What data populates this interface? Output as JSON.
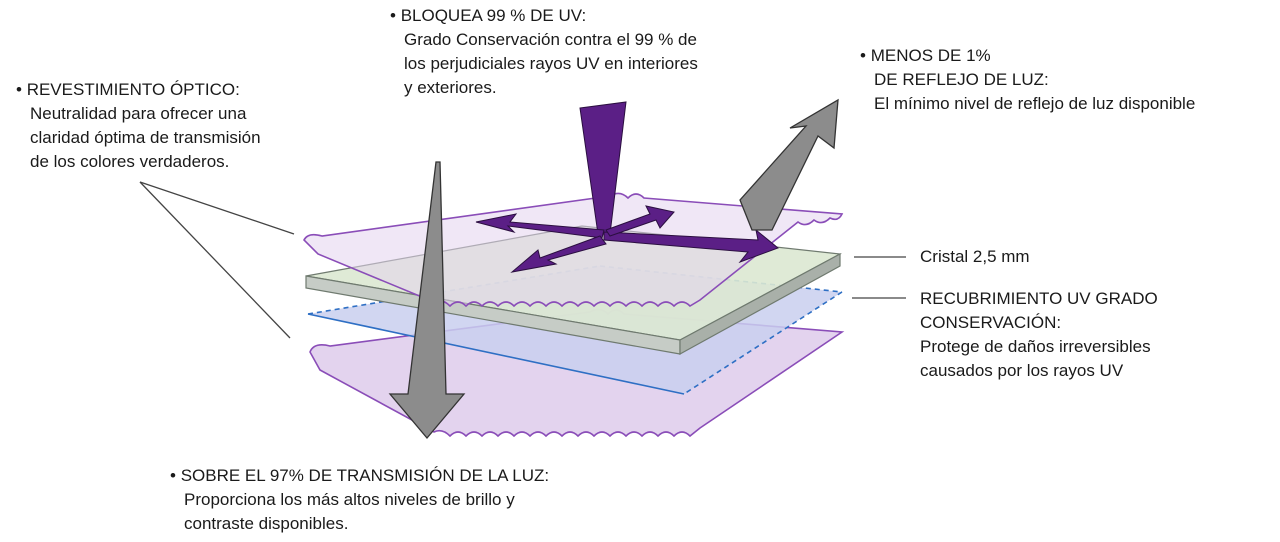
{
  "colors": {
    "purple_sheet_fill": "#e3d3ee",
    "purple_sheet_edge": "#8a4db8",
    "glass_top": "#dbe8d2",
    "glass_edge": "#9aa59a",
    "uv_layer_fill": "#c9cfee",
    "uv_layer_edge": "#2e6fc4",
    "uv_arrow": "#5b1f86",
    "light_arrow": "#8c8c8c",
    "leader_line": "#444444"
  },
  "labels": {
    "bloquea": {
      "head": "BLOQUEA 99 % DE UV:",
      "lines": [
        "Grado Conservación contra el 99 % de",
        "los  perjudiciales  rayos UV en interiores",
        "y exteriores."
      ]
    },
    "menos": {
      "head": "MENOS DE 1%",
      "lines": [
        "DE REFLEJO DE LUZ:",
        "El mínimo nivel de reflejo de luz disponible"
      ]
    },
    "revestimiento": {
      "head": "REVESTIMIENTO ÓPTICO:",
      "lines": [
        "Neutralidad para ofrecer una",
        "claridad óptima de transmisión",
        "de los colores verdaderos."
      ]
    },
    "cristal": "Cristal 2,5 mm",
    "recubrimiento": {
      "lines": [
        "RECUBRIMIENTO UV GRADO",
        "CONSERVACIÓN:",
        "Protege de daños irreversibles",
        "causados por los rayos UV"
      ]
    },
    "sobre": {
      "head": "SOBRE EL 97% DE TRANSMISIÓN DE LA LUZ:",
      "lines": [
        "Proporciona los más altos niveles de brillo y",
        "contraste  disponibles."
      ]
    }
  }
}
